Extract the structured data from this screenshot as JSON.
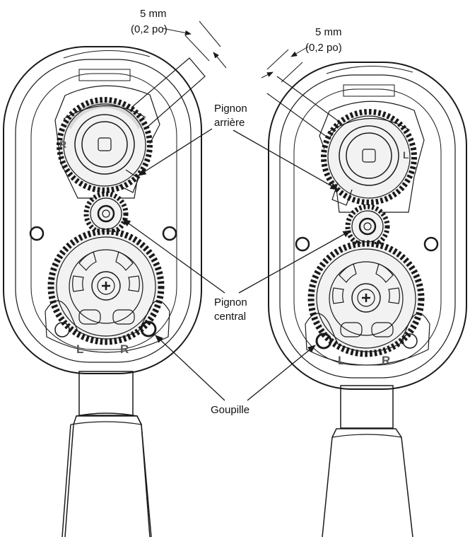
{
  "labels": {
    "dim_left_mm": "5 mm",
    "dim_left_in": "(0,2 po)",
    "dim_right_mm": "5 mm",
    "dim_right_in": "(0,2 po)",
    "rear_gear_line1": "Pignon",
    "rear_gear_line2": "arrière",
    "center_gear_line1": "Pignon",
    "center_gear_line2": "central",
    "pin": "Goupille"
  },
  "left_unit": {
    "top_gear_letter": "R",
    "plate_letter_l": "L",
    "plate_letter_r": "R"
  },
  "right_unit": {
    "top_gear_letter": "L",
    "plate_letter_l": "L",
    "plate_letter_r": "R"
  },
  "colors": {
    "line": "#1a1a1a",
    "gear_fill": "#f2f2f2",
    "housing_fill": "#fafafa"
  },
  "icons": [
    "gear-icon",
    "screw-icon",
    "pin-icon",
    "arrow-icon"
  ]
}
